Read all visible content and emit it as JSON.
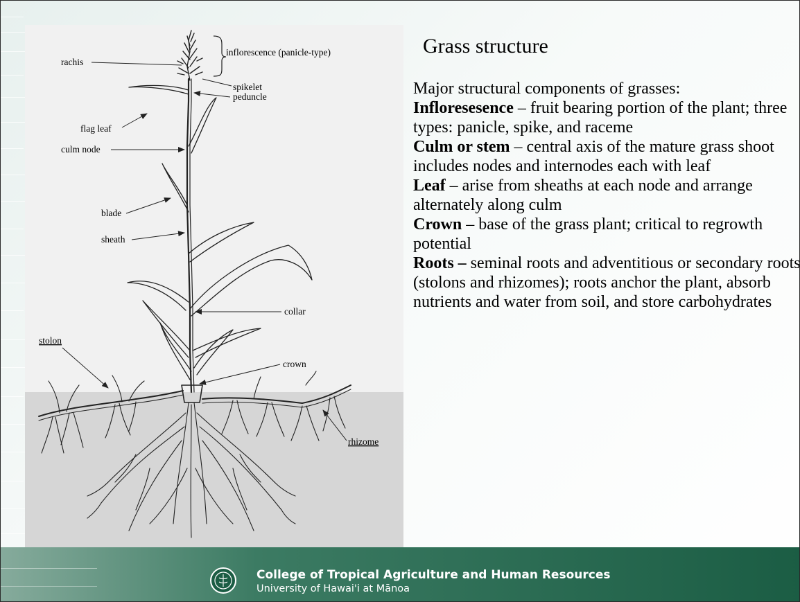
{
  "slide": {
    "title": "Grass structure",
    "intro": "Major structural components of  grasses:",
    "terms": [
      {
        "term": "Infloresesence",
        "definition": " – fruit bearing portion of the plant; three types: panicle, spike, and raceme"
      },
      {
        "term": "Culm or stem",
        "definition": " – central axis of the mature grass shoot includes nodes and internodes each with leaf"
      },
      {
        "term": "Leaf",
        "definition": " – arise from sheaths at each node and arrange alternately along culm"
      },
      {
        "term": "Crown",
        "definition": " – base of the grass plant; critical to regrowth potential"
      },
      {
        "term": "Roots –",
        "definition": " seminal roots and adventitious or secondary roots (stolons and rhizomes); roots anchor the plant, absorb nutrients and water from soil, and store carbohydrates"
      }
    ]
  },
  "diagram": {
    "labels": {
      "rachis": "rachis",
      "inflorescence": "inflorescence (panicle-type)",
      "spikelet": "spikelet",
      "peduncle": "peduncle",
      "flag_leaf": "flag leaf",
      "culm_node": "culm node",
      "blade": "blade",
      "sheath": "sheath",
      "collar": "collar",
      "stolon": "stolon",
      "crown": "crown",
      "rhizome": "rhizome"
    },
    "soil_color": "#d6d6d6",
    "ink_color": "#222222"
  },
  "footer": {
    "institution": "College of Tropical Agriculture and Human Resources",
    "university": "University of Hawai'i at Mānoa",
    "band_color": "#1b5d44"
  }
}
